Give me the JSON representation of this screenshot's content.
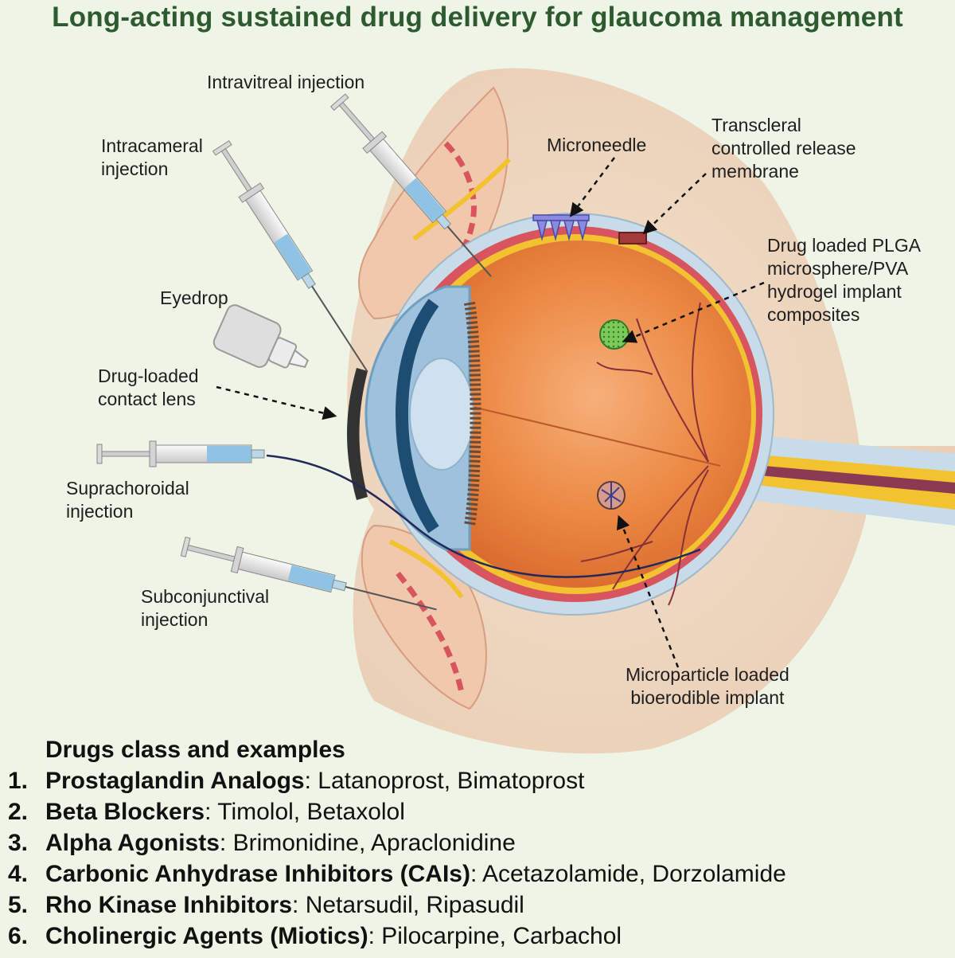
{
  "title": "Long-acting sustained drug delivery for glaucoma management",
  "labels": {
    "intravitreal": [
      "Intravitreal injection"
    ],
    "intracameral": [
      "Intracameral",
      "injection"
    ],
    "microneedle": [
      "Microneedle"
    ],
    "transcleral": [
      "Transcleral",
      "controlled release",
      "membrane"
    ],
    "plga": [
      "Drug loaded  PLGA",
      "microsphere/PVA",
      "hydrogel implant",
      "composites"
    ],
    "eyedrop": [
      "Eyedrop"
    ],
    "contact_lens": [
      "Drug-loaded",
      "contact lens"
    ],
    "suprachoroidal": [
      "Suprachoroidal",
      "injection"
    ],
    "subconjunctival": [
      "Subconjunctival",
      "injection"
    ],
    "microparticle": [
      "Microparticle loaded",
      "bioerodible implant"
    ]
  },
  "drug_section": {
    "heading": "Drugs class and examples",
    "items": [
      {
        "num": "1.",
        "cls": "Prostaglandin Analogs",
        "examples": ": Latanoprost, Bimatoprost"
      },
      {
        "num": "2.",
        "cls": "Beta Blockers",
        "examples": ": Timolol, Betaxolol"
      },
      {
        "num": "3.",
        "cls": "Alpha Agonists",
        "examples": ": Brimonidine, Apraclonidine"
      },
      {
        "num": "4.",
        "cls": "Carbonic Anhydrase Inhibitors (CAIs)",
        "examples": ": Acetazolamide, Dorzolamide"
      },
      {
        "num": "5.",
        "cls": "Rho Kinase Inhibitors",
        "examples": ": Netarsudil, Ripasudil"
      },
      {
        "num": "6.",
        "cls": "Cholinergic Agents (Miotics)",
        "examples": ": Pilocarpine, Carbachol"
      }
    ]
  },
  "colors": {
    "title": "#2e5a2f",
    "background": "#eef5e7",
    "skin": "#f3d6bd",
    "sclera": "#c8dbe8",
    "choroid": "#d8545e",
    "retina": "#f2c230",
    "vitreous": "#ea7e3a",
    "cornea": "#9ec2dc",
    "lens": "#cfe1ee",
    "iris": "#1d4d73",
    "needle_fluid": "#8fc3e3",
    "contact_lens": "#333333"
  },
  "icons": [
    "syringe-icon",
    "eyedrop-bottle-icon",
    "microneedle-icon",
    "membrane-patch-icon",
    "microsphere-icon",
    "microparticle-implant-icon",
    "contact-lens-icon"
  ]
}
